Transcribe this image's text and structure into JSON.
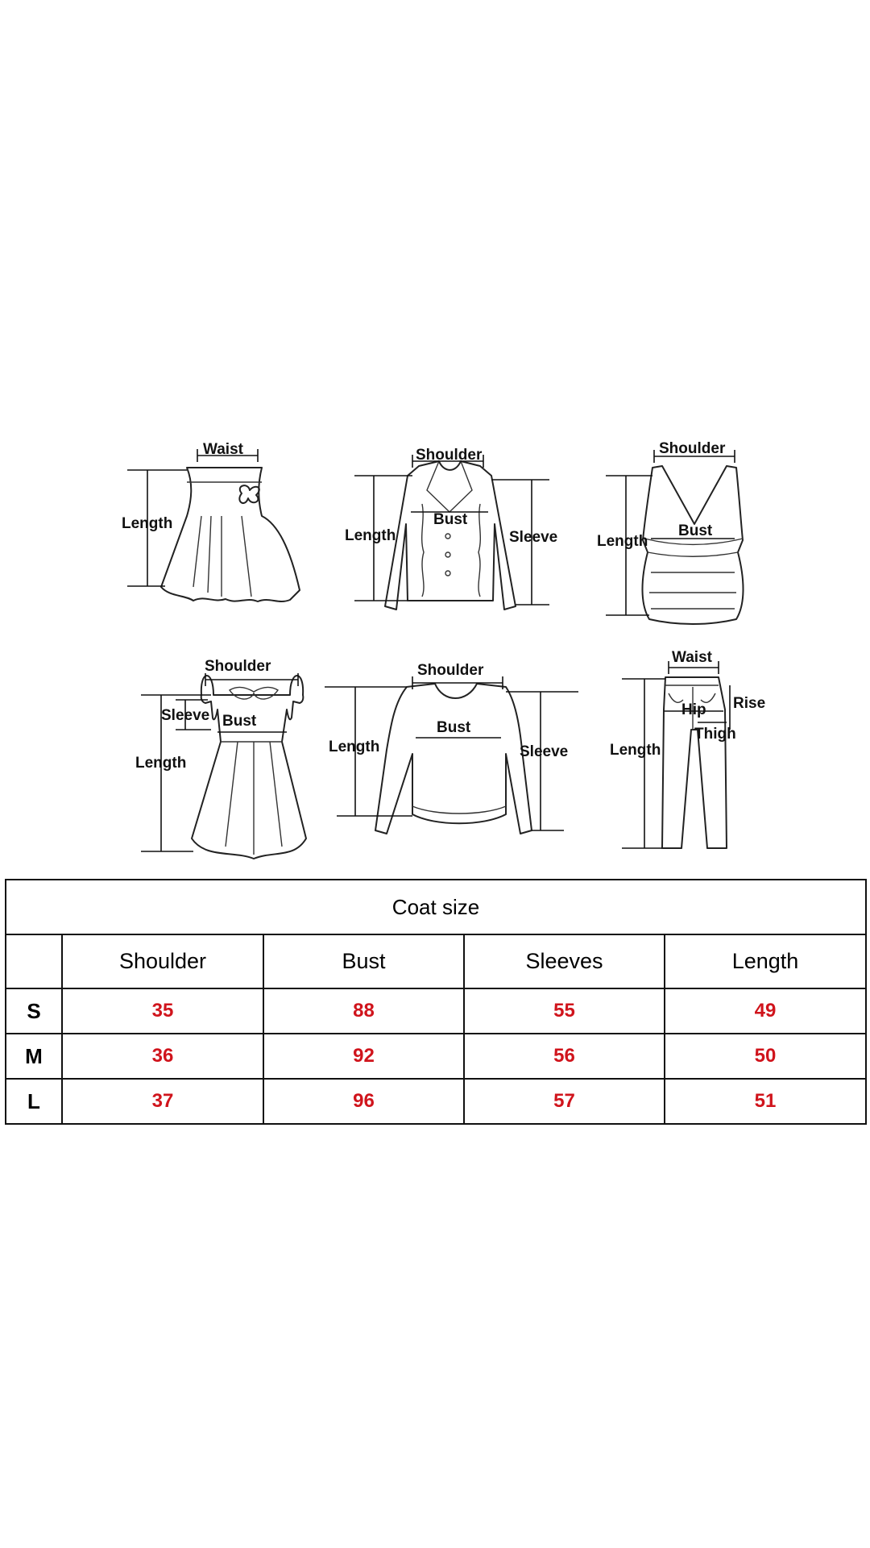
{
  "diagrams": {
    "skirt": {
      "waist": "Waist",
      "length": "Length"
    },
    "jacket": {
      "shoulder": "Shoulder",
      "bust": "Bust",
      "length": "Length",
      "sleeve": "Sleeve"
    },
    "vest": {
      "shoulder": "Shoulder",
      "bust": "Bust",
      "length": "Length"
    },
    "dress": {
      "shoulder": "Shoulder",
      "sleeve": "Sleeve",
      "bust": "Bust",
      "length": "Length"
    },
    "sweater": {
      "shoulder": "Shoulder",
      "bust": "Bust",
      "length": "Length",
      "sleeve": "Sleeve"
    },
    "pants": {
      "waist": "Waist",
      "hip": "Hip",
      "rise": "Rise",
      "thigh": "Thigh",
      "length": "Length"
    }
  },
  "table": {
    "title": "Coat size",
    "headers": [
      "",
      "Shoulder",
      "Bust",
      "Sleeves",
      "Length"
    ],
    "rows": [
      {
        "size": "S",
        "values": [
          "35",
          "88",
          "55",
          "49"
        ]
      },
      {
        "size": "M",
        "values": [
          "36",
          "92",
          "56",
          "50"
        ]
      },
      {
        "size": "L",
        "values": [
          "37",
          "96",
          "57",
          "51"
        ]
      }
    ],
    "value_color": "#d0141c"
  }
}
